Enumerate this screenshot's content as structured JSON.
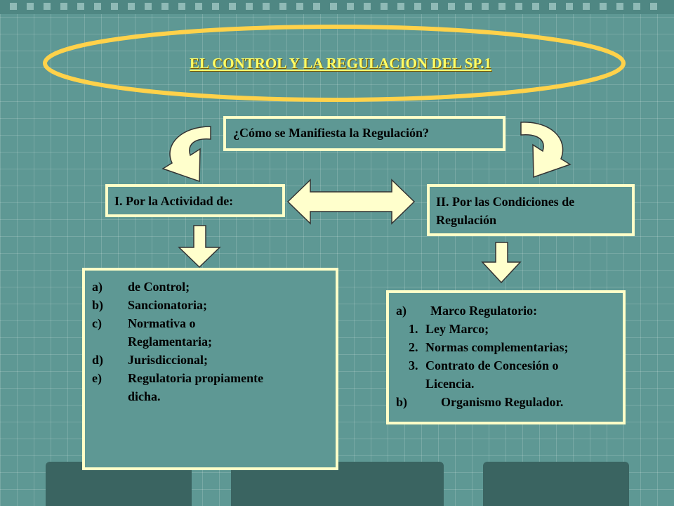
{
  "title": "EL CONTROL Y LA REGULACION DEL SP.1",
  "question": "¿Cómo se Manifiesta la Regulación?",
  "left": {
    "heading": "I. Por la Actividad de:",
    "items": [
      {
        "marker": "a)",
        "text": "de Control;"
      },
      {
        "marker": "b)",
        "text": "Sancionatoria;"
      },
      {
        "marker": "c)",
        "text": "Normativa o"
      },
      {
        "marker": "",
        "text": "Reglamentaria;"
      },
      {
        "marker": "d)",
        "text": "Jurisdiccional;"
      },
      {
        "marker": "e)",
        "text": "Regulatoria propiamente"
      },
      {
        "marker": "",
        "text": "dicha."
      }
    ]
  },
  "right": {
    "heading_line1": "II. Por las Condiciones de",
    "heading_line2": "Regulación",
    "item_a_marker": "a)",
    "item_a_text": "Marco Regulatorio:",
    "sub_items": [
      {
        "marker": "1.",
        "text": "Ley Marco;"
      },
      {
        "marker": "2.",
        "text": "Normas complementarias;"
      },
      {
        "marker": "3.",
        "text": "Contrato de Concesión o"
      },
      {
        "marker": "",
        "text": "Licencia."
      }
    ],
    "item_b_marker": "b)",
    "item_b_text": "Organismo Regulador."
  },
  "colors": {
    "background": "#5e9894",
    "box_border": "#ffffc8",
    "title": "#ffff66",
    "ellipse": "#ffd24a",
    "arrow_fill": "#ffffcc"
  }
}
